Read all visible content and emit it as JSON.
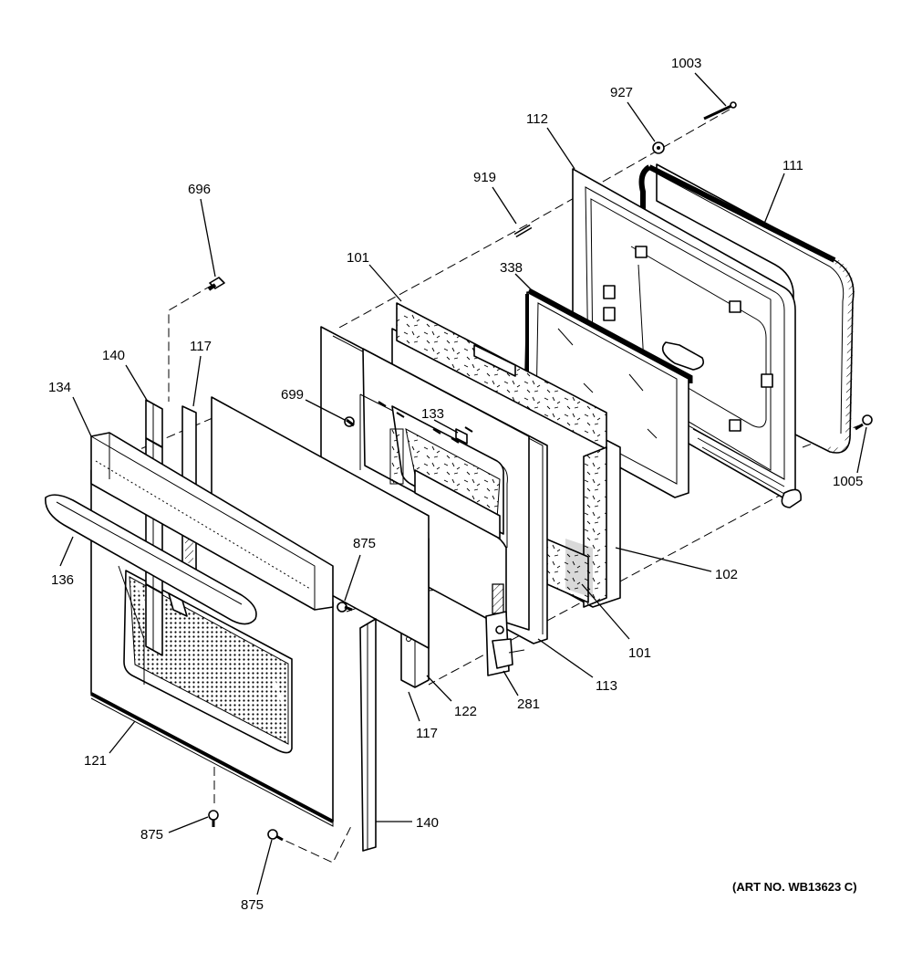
{
  "diagram": {
    "art_number": "(ART NO. WB13623 C)",
    "callouts": {
      "c1003": "1003",
      "c927": "927",
      "c112": "112",
      "c919": "919",
      "c111": "111",
      "c696": "696",
      "c101_top": "101",
      "c338": "338",
      "c140_top": "140",
      "c117_top": "117",
      "c134": "134",
      "c699": "699",
      "c133": "133",
      "c1005": "1005",
      "c136": "136",
      "c875_mid": "875",
      "c102": "102",
      "c101_bottom": "101",
      "c113": "113",
      "c281": "281",
      "c122": "122",
      "c117_bottom": "117",
      "c121": "121",
      "c875_left": "875",
      "c140_bottom": "140",
      "c875_bottom": "875"
    }
  }
}
